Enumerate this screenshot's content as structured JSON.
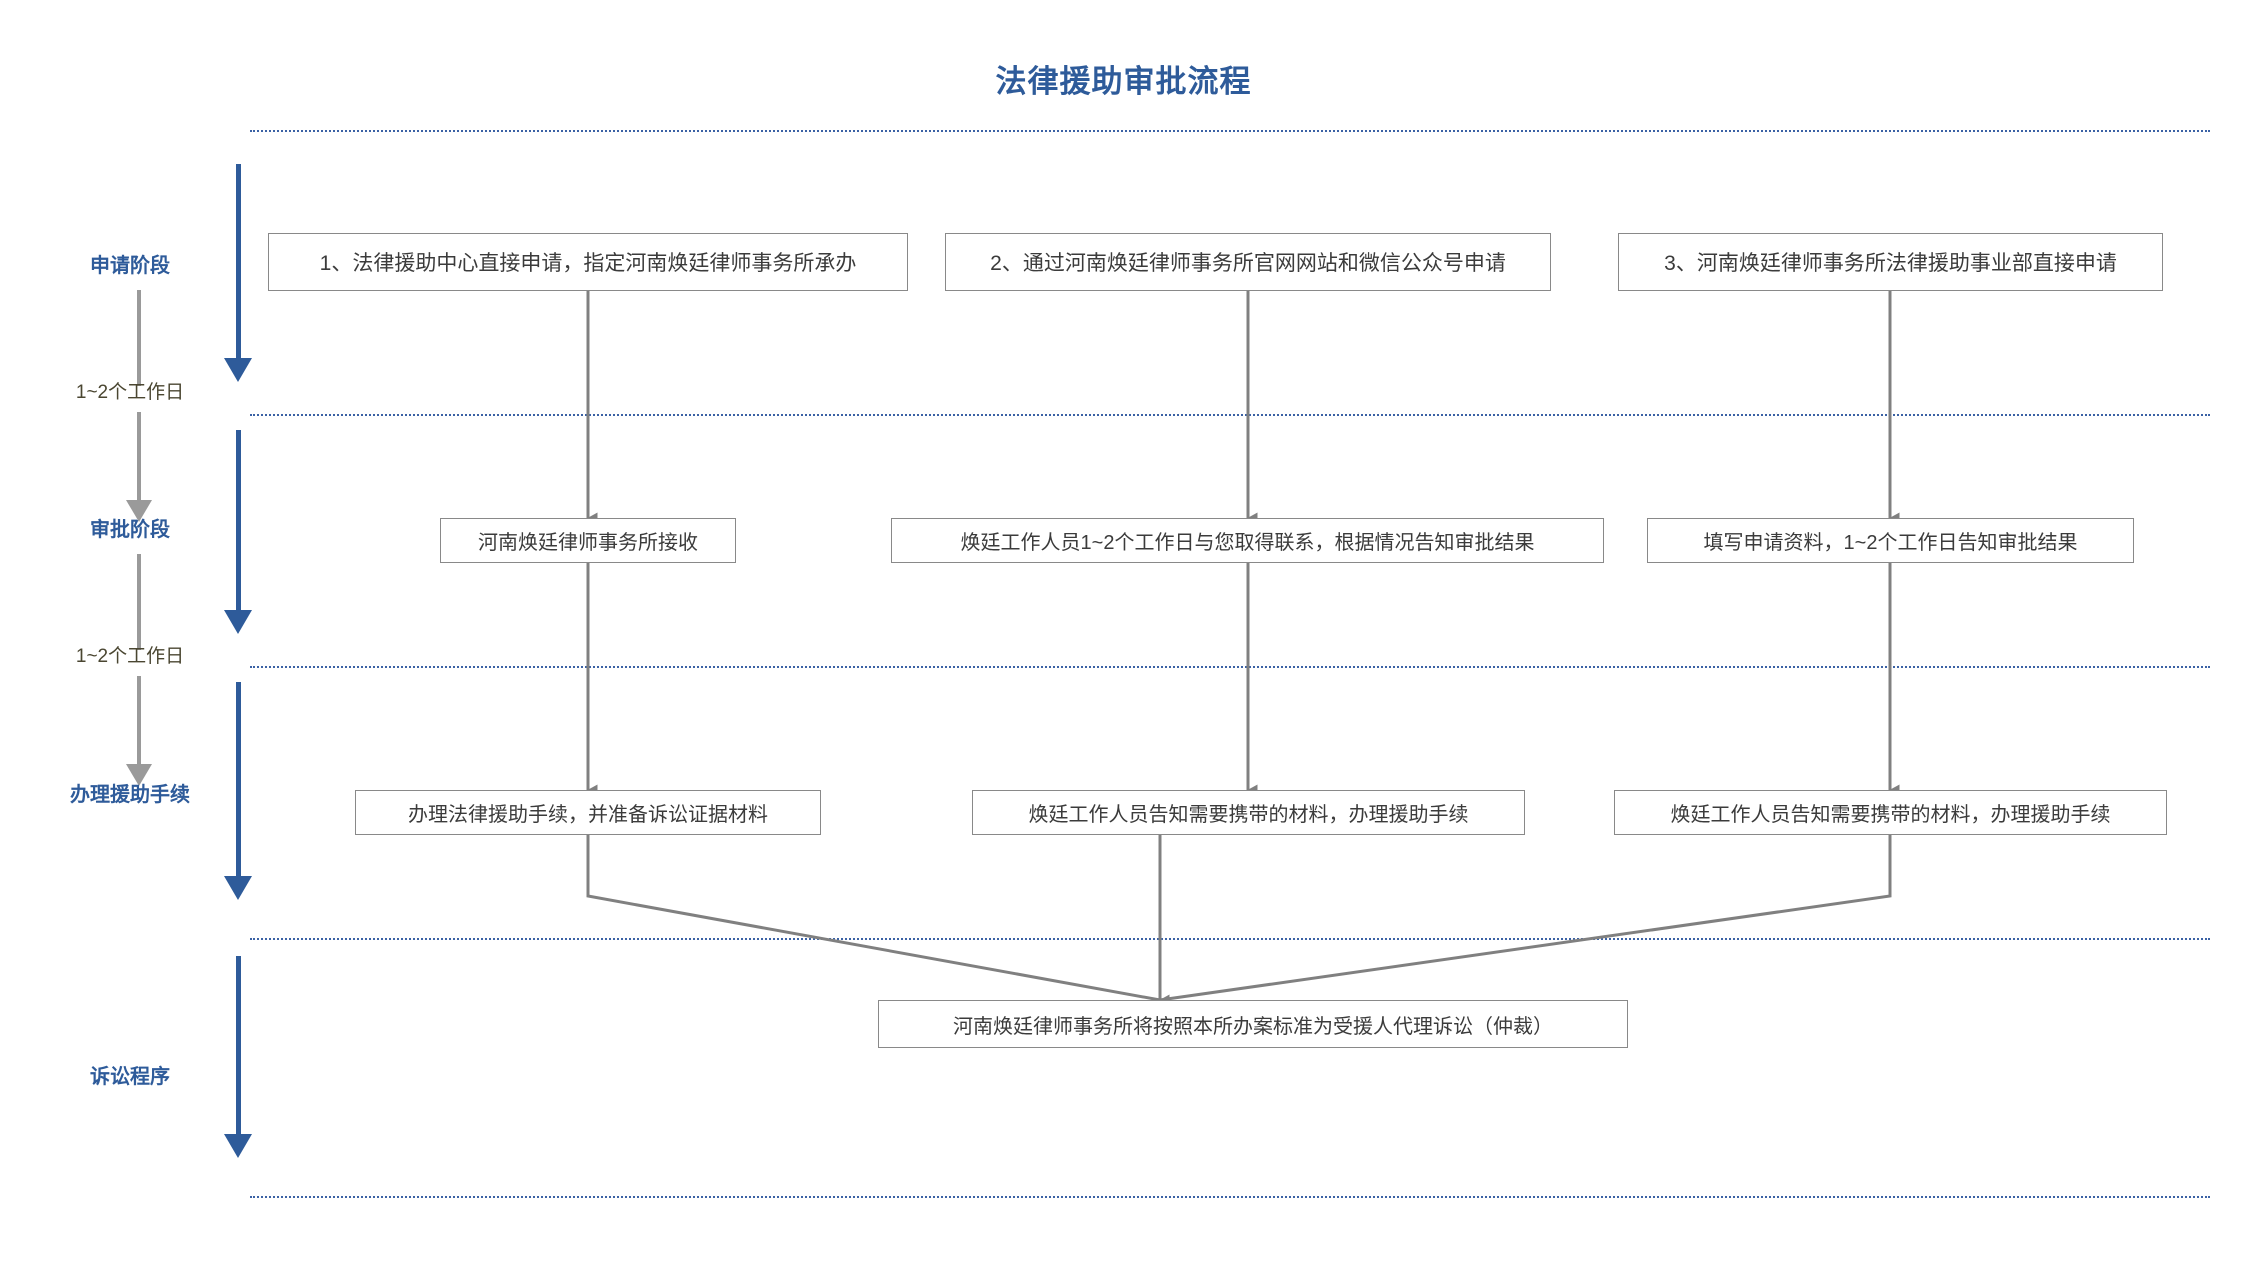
{
  "title": "法律援助审批流程",
  "colors": {
    "accent_blue": "#2e5b9a",
    "divider_blue": "#3b62a5",
    "connector_gray": "#808080",
    "box_border": "#898989",
    "box_text": "#3b3b3b",
    "duration_text": "#4a4631"
  },
  "stages": [
    {
      "label": "申请阶段"
    },
    {
      "label": "审批阶段"
    },
    {
      "label": "办理援助手续"
    },
    {
      "label": "诉讼程序"
    }
  ],
  "durations": [
    {
      "label": "1~2个工作日"
    },
    {
      "label": "1~2个工作日"
    }
  ],
  "rows": [
    {
      "name": "application-row",
      "boxes": [
        {
          "text": "1、法律援助中心直接申请，指定河南焕廷律师事务所承办"
        },
        {
          "text": "2、通过河南焕廷律师事务所官网网站和微信公众号申请"
        },
        {
          "text": "3、河南焕廷律师事务所法律援助事业部直接申请"
        }
      ]
    },
    {
      "name": "approval-row",
      "boxes": [
        {
          "text": "河南焕廷律师事务所接收"
        },
        {
          "text": "焕廷工作人员1~2个工作日与您取得联系，根据情况告知审批结果"
        },
        {
          "text": "填写申请资料，1~2个工作日告知审批结果"
        }
      ]
    },
    {
      "name": "procedure-row",
      "boxes": [
        {
          "text": "办理法律援助手续，并准备诉讼证据材料"
        },
        {
          "text": "焕廷工作人员告知需要携带的材料，办理援助手续"
        },
        {
          "text": "焕廷工作人员告知需要携带的材料，办理援助手续"
        }
      ]
    }
  ],
  "final_box": {
    "text": "河南焕廷律师事务所将按照本所办案标准为受援人代理诉讼（仲裁）"
  }
}
